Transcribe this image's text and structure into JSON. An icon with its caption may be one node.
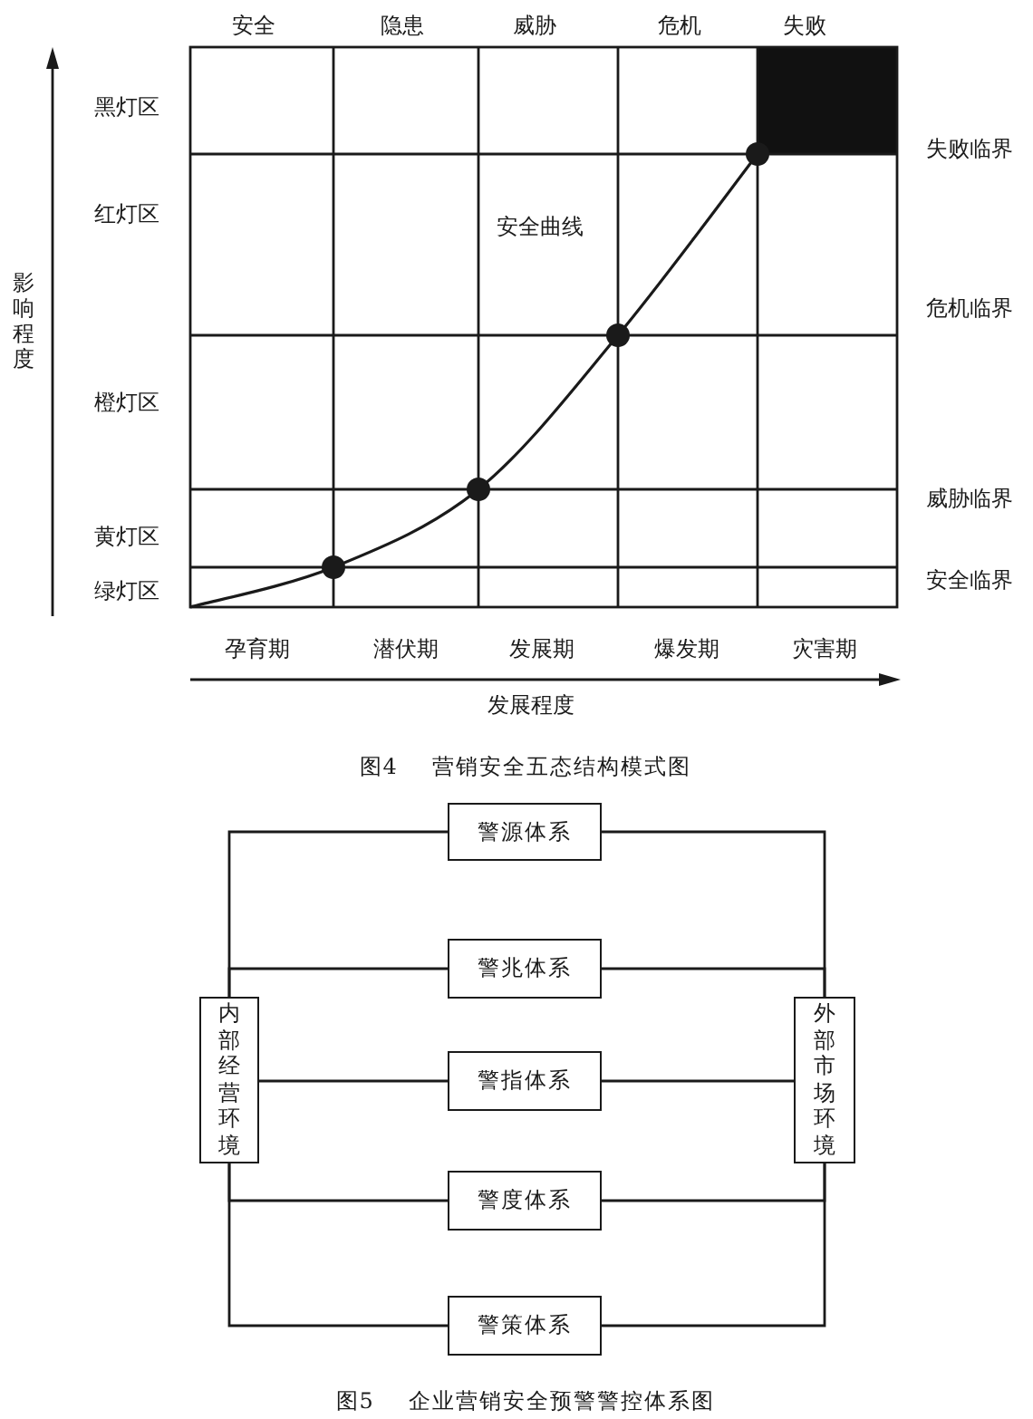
{
  "diagram": {
    "nodes": [
      {
        "text": [
          "警源体系"
        ]
      },
      {
        "text": [
          "警兆体系"
        ]
      },
      {
        "text": [
          "内部经营环境"
        ]
      },
      {
        "text": [
          "外部市场环境"
        ]
      },
      {
        "text": [
          "警指体系"
        ]
      },
      {
        "text": [
          "警度体系"
        ]
      },
      {
        "text": [
          "警策体系"
        ]
      }
    ],
    "edges": [
      {
        "from": 2,
        "to": 0,
        "arrow": "none"
      },
      {
        "from": 0,
        "to": 3,
        "arrow": "none"
      },
      {
        "from": 2,
        "to": 1,
        "arrow": "none"
      },
      {
        "from": 1,
        "to": 3,
        "arrow": "none"
      },
      {
        "from": 2,
        "to": 4,
        "arrow": "none"
      },
      {
        "from": 4,
        "to": 3,
        "arrow": "none"
      },
      {
        "from": 2,
        "to": 5,
        "arrow": "none"
      },
      {
        "from": 5,
        "to": 3,
        "arrow": "none"
      },
      {
        "from": 2,
        "to": 6,
        "arrow": "none"
      },
      {
        "from": 6,
        "to": 3,
        "arrow": "none"
      }
    ],
    "labels": [
      "安全",
      "隐患",
      "威胁",
      "危机",
      "失败",
      "黑灯区",
      "失败临界",
      "红灯区",
      "安全曲线",
      "影响程度",
      "危机临界",
      "橙灯区",
      "威胁临界",
      "黄灯区",
      "安全临界",
      "绿灯区",
      "孕育期",
      "潜伏期",
      "发展期",
      "爆发期",
      "灾害期",
      "发展程度",
      "图4 营销安全五态结构模式图",
      "图5 企业营销安全预警警控体系图"
    ]
  }
}
